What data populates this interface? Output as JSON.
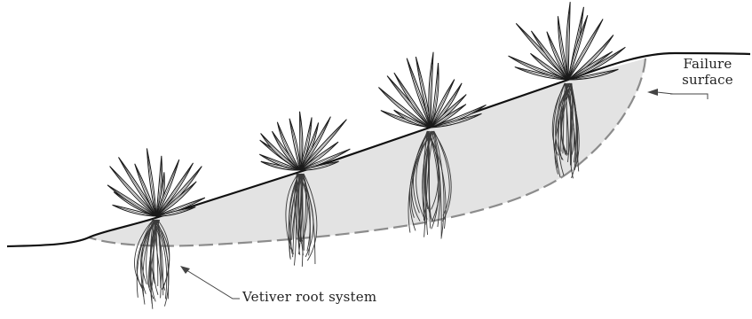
{
  "labels": {
    "failure_surface_line1": "Failure",
    "failure_surface_line2": "surface",
    "vetiver_root_system": "Vetiver root system"
  },
  "colors": {
    "ground_line": "#111111",
    "failure_zone_fill": "#e3e3e3",
    "failure_line": "#8c8c8c",
    "plant_stroke": "#1a1a1a",
    "root_stroke": "#3a3a3a"
  },
  "plants": [
    {
      "name": "vetiver-plant-1"
    },
    {
      "name": "vetiver-plant-2"
    },
    {
      "name": "vetiver-plant-3"
    },
    {
      "name": "vetiver-plant-4"
    }
  ]
}
